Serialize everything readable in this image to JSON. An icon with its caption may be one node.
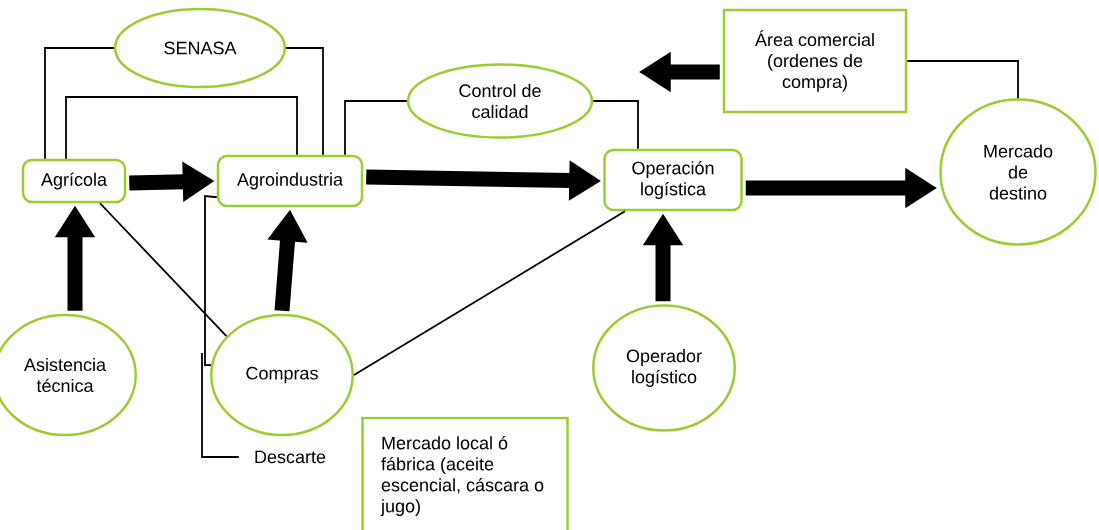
{
  "diagram": {
    "nodes": [
      {
        "text": [
          "SENASA"
        ]
      },
      {
        "text": [
          "Área comercial (ordenes de compra)"
        ]
      },
      {
        "text": [
          "Control de calidad"
        ]
      },
      {
        "text": [
          "Agrícola"
        ]
      },
      {
        "text": [
          "Agroindustria"
        ]
      },
      {
        "text": [
          "Operación logística"
        ]
      },
      {
        "text": [
          "Mercado de destino"
        ]
      },
      {
        "text": [
          "Asistencia técnica"
        ]
      },
      {
        "text": [
          "Compras"
        ]
      },
      {
        "text": [
          "Operador logístico"
        ]
      },
      {
        "text": [
          "Descarte"
        ]
      },
      {
        "text": [
          "Mercado local ó fábrica (aceite escencial, cáscara o jugo)"
        ]
      }
    ],
    "edges": [
      {
        "from": 0,
        "to": 3,
        "arrow": "none"
      },
      {
        "from": 0,
        "to": 4,
        "arrow": "none"
      },
      {
        "from": 3,
        "to": 4,
        "arrow": "none"
      },
      {
        "from": 2,
        "to": 4,
        "arrow": "none"
      },
      {
        "from": 2,
        "to": 5,
        "arrow": "none"
      },
      {
        "from": 1,
        "to": 6,
        "arrow": "none"
      },
      {
        "from": 3,
        "to": 8,
        "arrow": "none"
      },
      {
        "from": 8,
        "to": 5,
        "arrow": "none"
      },
      {
        "from": 4,
        "to": 8,
        "arrow": "none"
      },
      {
        "from": null,
        "to": 10,
        "arrow": "none"
      },
      {
        "from": 3,
        "to": 4,
        "arrow": "to",
        "style": "thick"
      },
      {
        "from": 4,
        "to": 5,
        "arrow": "to",
        "style": "thick"
      },
      {
        "from": 5,
        "to": 6,
        "arrow": "to",
        "style": "thick"
      },
      {
        "from": 7,
        "to": 3,
        "arrow": "to",
        "style": "thick"
      },
      {
        "from": 8,
        "to": 4,
        "arrow": "to",
        "style": "thick"
      },
      {
        "from": 9,
        "to": 5,
        "arrow": "to",
        "style": "thick"
      },
      {
        "from": 1,
        "to": null,
        "arrow": "to",
        "style": "thick"
      }
    ]
  }
}
